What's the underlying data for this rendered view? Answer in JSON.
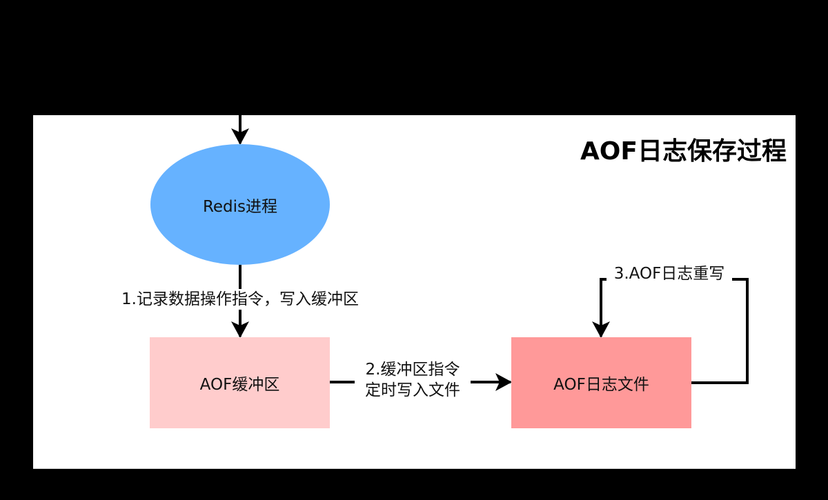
{
  "diagram": {
    "title": "AOF日志保存过程",
    "colors": {
      "background": "#000000",
      "panel": "#ffffff",
      "redis_process_fill": "#66B2FF",
      "aof_buffer_fill": "#FFCCCC",
      "aof_file_fill": "#FF9999",
      "edge": "#000000",
      "text": "#111111"
    },
    "nodes": [
      {
        "id": "redis-process",
        "shape": "ellipse",
        "label": "Redis进程"
      },
      {
        "id": "aof-buffer",
        "shape": "rectangle",
        "label": "AOF缓冲区"
      },
      {
        "id": "aof-file",
        "shape": "rectangle",
        "label": "AOF日志文件"
      }
    ],
    "edges": [
      {
        "id": "incoming",
        "from": "",
        "to": "redis-process",
        "label": ""
      },
      {
        "id": "step-1",
        "from": "redis-process",
        "to": "aof-buffer",
        "label": "1.记录数据操作指令，写入缓冲区"
      },
      {
        "id": "step-2",
        "from": "aof-buffer",
        "to": "aof-file",
        "label_lines": [
          "2.缓冲区指令",
          "定时写入文件"
        ]
      },
      {
        "id": "step-3",
        "from": "aof-file",
        "to": "aof-file",
        "label": "3.AOF日志重写"
      }
    ]
  }
}
